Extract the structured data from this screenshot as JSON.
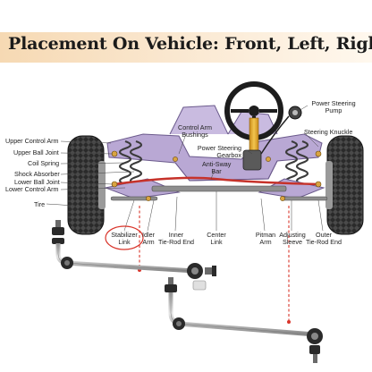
{
  "title": "Placement On Vehicle: Front, Left, Right",
  "colors": {
    "frame": "#b9a8d4",
    "steering_shaft": "#e8b23a",
    "spring": "#3b3b3b",
    "highlight_circle": "#d9352b",
    "guide_line": "#d9352b",
    "banner": "#f6d9b3"
  },
  "labels": {
    "upper_control_arm": "Upper Control Arm",
    "upper_ball_joint": "Upper Ball Joint",
    "coil_spring": "Coil Spring",
    "shock_absorber": "Shock Absorber",
    "lower_ball_joint": "Lower Ball Joint",
    "lower_control_arm": "Lower Control Arm",
    "tire": "Tire",
    "control_arm_bushings_1": "Control Arm",
    "control_arm_bushings_2": "Bushings",
    "power_steering_gearbox_1": "Power Steering",
    "power_steering_gearbox_2": "Gearbox",
    "anti_sway_bar_1": "Anti-Sway",
    "anti_sway_bar_2": "Bar",
    "power_steering_pump_1": "Power Steering",
    "power_steering_pump_2": "Pump",
    "steering_knuckle": "Steering Knuckle",
    "stabilizer_link_1": "Stabilizer",
    "stabilizer_link_2": "Link",
    "idler_arm_1": "Idler",
    "idler_arm_2": "Arm",
    "inner_tie_rod_end_1": "Inner",
    "inner_tie_rod_end_2": "Tie-Rod End",
    "center_link_1": "Center",
    "center_link_2": "Link",
    "pitman_arm_1": "Pitman",
    "pitman_arm_2": "Arm",
    "adjusting_sleeve_1": "Adjusting",
    "adjusting_sleeve_2": "Sleeve",
    "outer_tie_rod_end_1": "Outer",
    "outer_tie_rod_end_2": "Tie-Rod End"
  }
}
